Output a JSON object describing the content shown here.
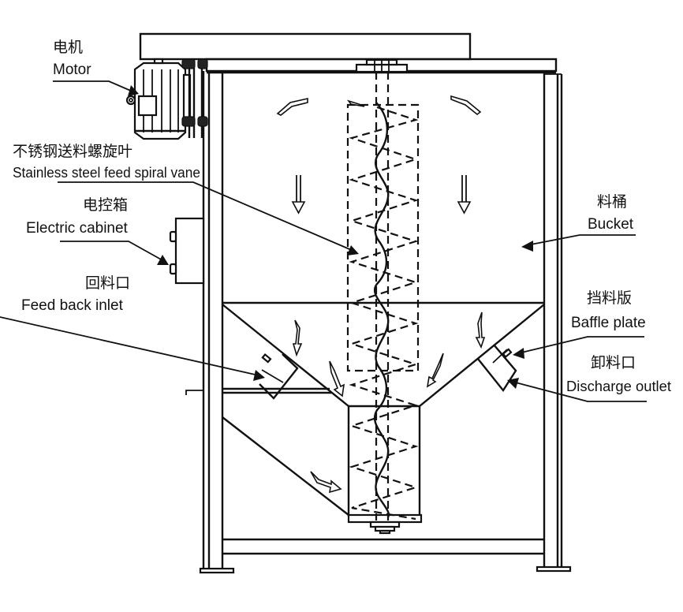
{
  "title": "Vertical plastic mixer structure diagram",
  "labels": {
    "motor": {
      "cn": "电机",
      "en": "Motor"
    },
    "spiral_vane": {
      "cn": "不锈钢送料螺旋叶",
      "en": "Stainless steel feed spiral vane"
    },
    "electric_cabinet": {
      "cn": "电控箱",
      "en": "Electric cabinet"
    },
    "feed_back_inlet": {
      "cn": "回料口",
      "en": "Feed back inlet"
    },
    "bucket": {
      "cn": "料桶",
      "en": "Bucket"
    },
    "baffle_plate": {
      "cn": "挡料版",
      "en": "Baffle plate"
    },
    "discharge_outlet": {
      "cn": "卸料口",
      "en": "Discharge outlet"
    }
  },
  "flow_arrows": {
    "description": "Material flow direction indicators",
    "directions": [
      "circulate-left",
      "circulate-right",
      "down-left",
      "down-right",
      "into-cone-left",
      "into-cone-center",
      "into-cone-right",
      "recirculate-bottom"
    ]
  },
  "colors": {
    "line": "#111111",
    "background": "#ffffff"
  }
}
